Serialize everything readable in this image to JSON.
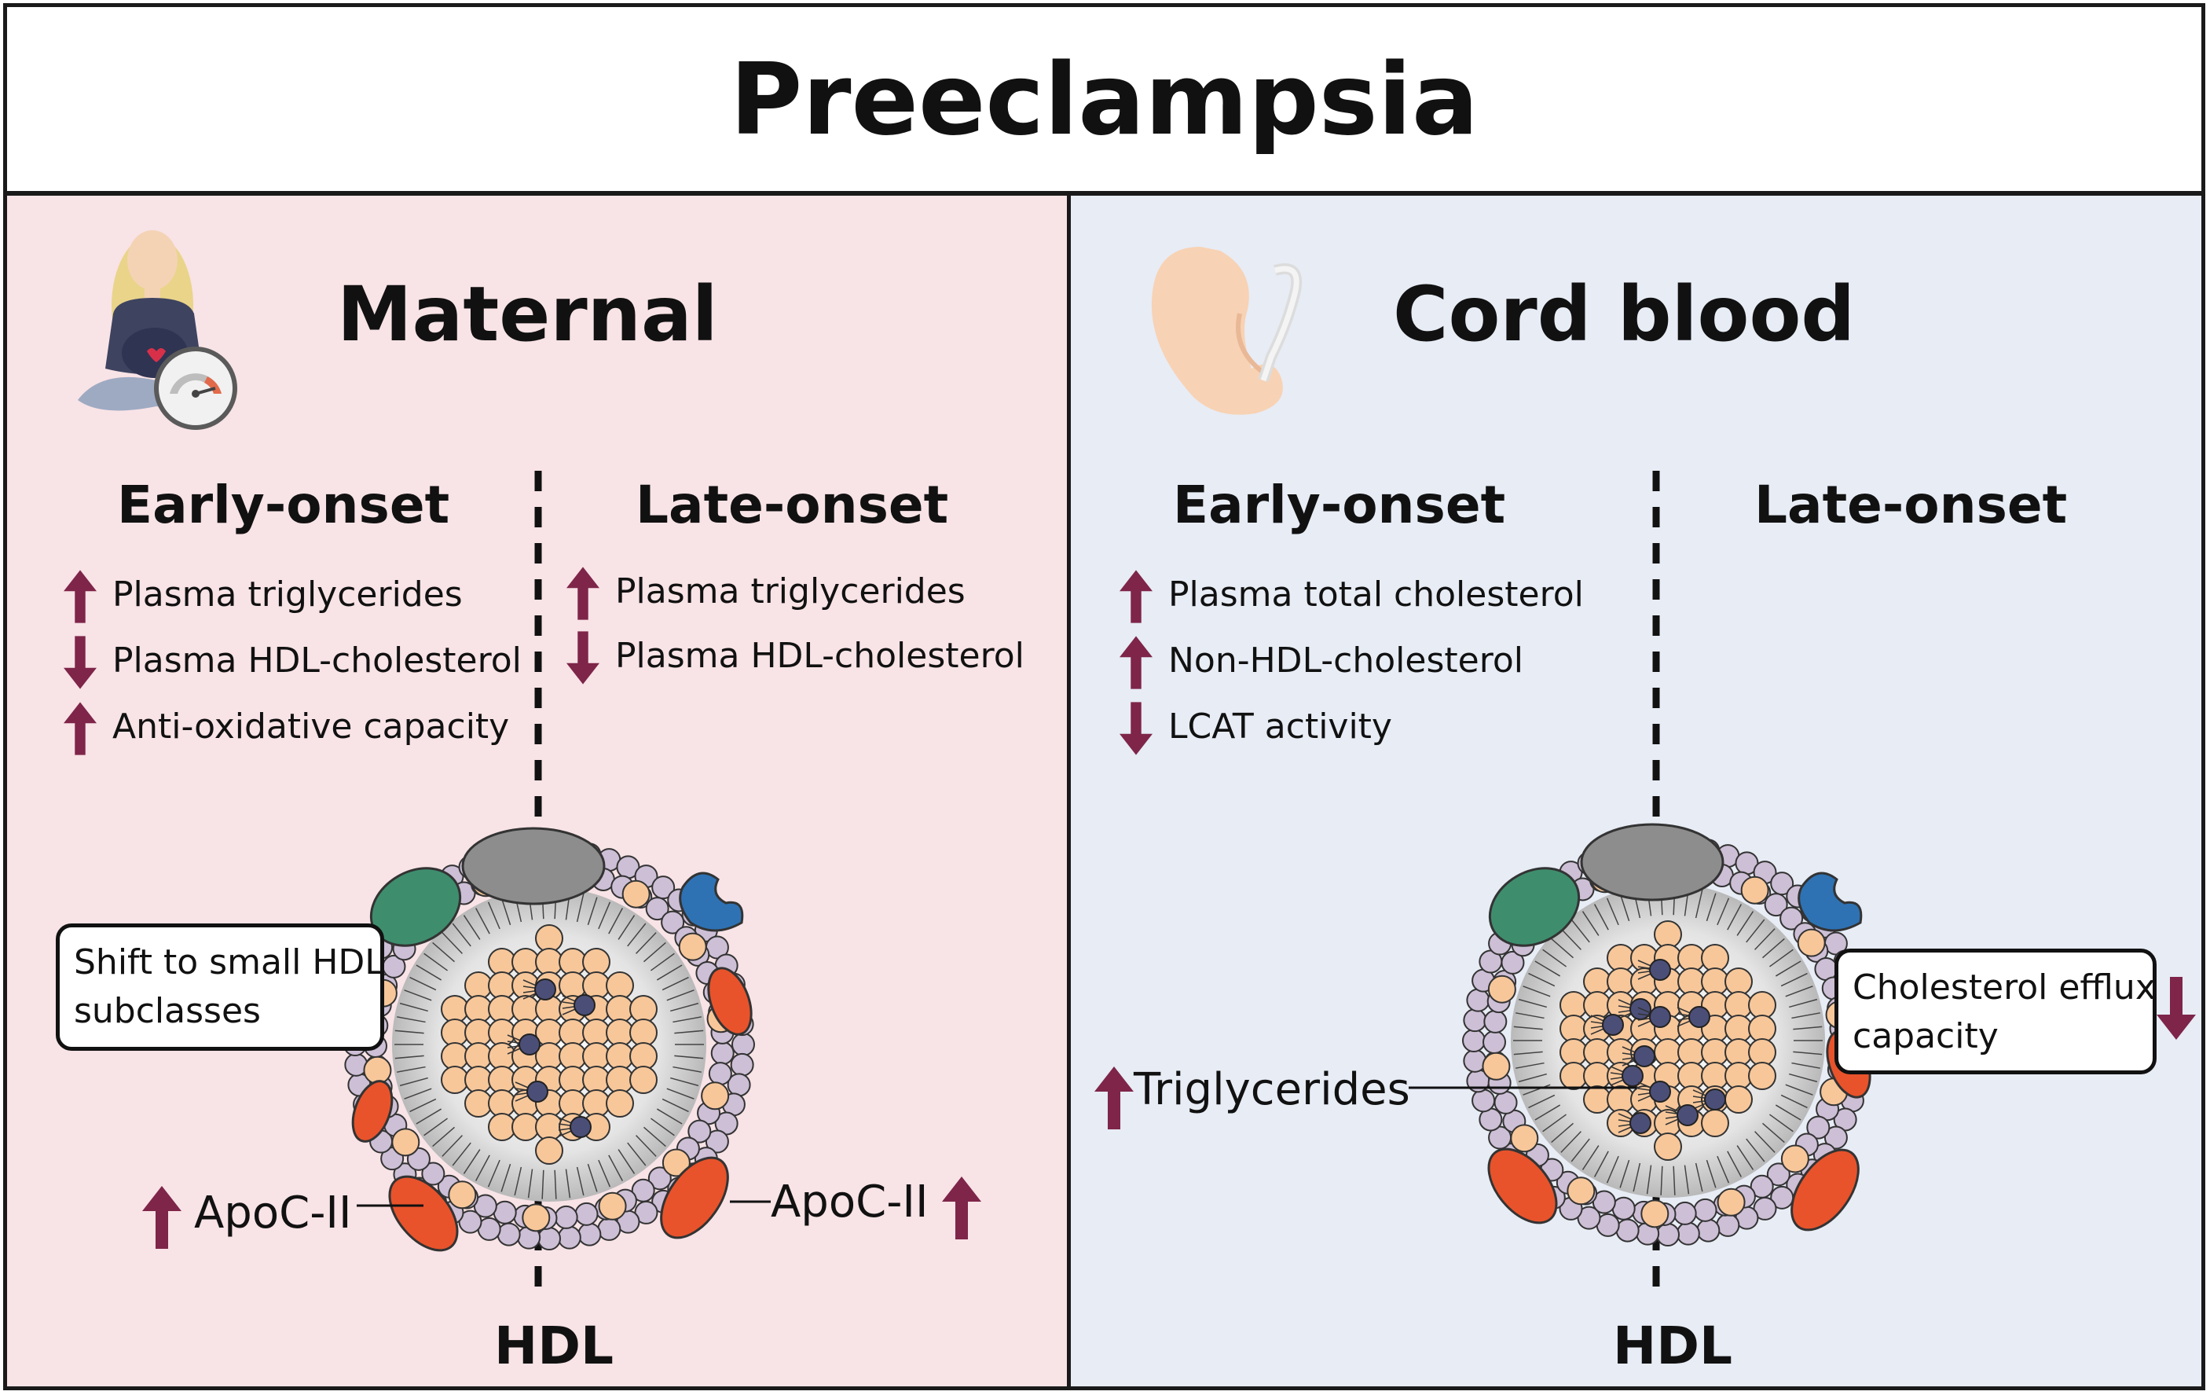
{
  "title": "Preeclampsia",
  "colors": {
    "maternal_bg": "#f8e3e6",
    "cord_bg": "#e7ecf5",
    "arrow": "#7e2549",
    "apoc": "#e8532b",
    "protein_green": "#3e8e6e",
    "protein_blue": "#2e72b4",
    "lipid_core": "#f7c79a",
    "phospholipid": "#cdbfd6",
    "cholesterol": "#4b4f78"
  },
  "maternal": {
    "heading": "Maternal",
    "icon": "pregnant-woman-blood-pressure-icon",
    "early": {
      "label": "Early-onset",
      "items": [
        {
          "text": "Plasma triglycerides",
          "direction": "up"
        },
        {
          "text": "Plasma HDL-cholesterol",
          "direction": "down"
        },
        {
          "text": "Anti-oxidative capacity",
          "direction": "up"
        }
      ]
    },
    "late": {
      "label": "Late-onset",
      "items": [
        {
          "text": "Plasma triglycerides",
          "direction": "up"
        },
        {
          "text": "Plasma HDL-cholesterol",
          "direction": "down"
        }
      ]
    },
    "callout": [
      "Shift to small HDL",
      "subclasses"
    ],
    "apoc_left": "ApoC-II",
    "apoc_right": "ApoC-II",
    "hdl": "HDL"
  },
  "cord": {
    "heading": "Cord blood",
    "icon": "fetus-icon",
    "early": {
      "label": "Early-onset",
      "items": [
        {
          "text": "Plasma total cholesterol",
          "direction": "up"
        },
        {
          "text": "Non-HDL-cholesterol",
          "direction": "up"
        },
        {
          "text": "LCAT activity",
          "direction": "down"
        }
      ]
    },
    "late": {
      "label": "Late-onset"
    },
    "callout": [
      "Cholesterol efflux",
      "capacity"
    ],
    "triglycerides": "Triglycerides",
    "hdl": "HDL"
  }
}
